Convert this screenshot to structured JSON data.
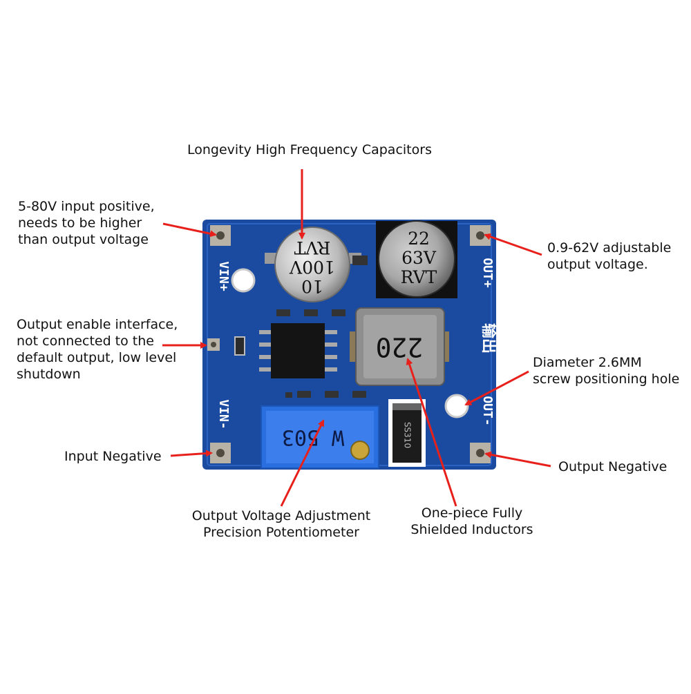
{
  "colors": {
    "board": "#1a4ba0",
    "board_dark": "#123a86",
    "pad": "#b8b2a6",
    "arrow": "#e8201c",
    "text": "#111111",
    "silk": "#ffffff"
  },
  "callouts": {
    "capacitors": "Longevity High Frequency Capacitors",
    "input_positive": "5-80V input positive,\nneeds to be higher\nthan output voltage",
    "output_adjustable": "0.9-62V adjustable\noutput voltage.",
    "enable_interface": "Output enable interface,\nnot connected to the\ndefault output, low level\nshutdown",
    "screw_hole": "Diameter 2.6MM\nscrew positioning hole",
    "input_negative": "Input Negative",
    "output_negative": "Output Negative",
    "potentiometer": "Output Voltage Adjustment\nPrecision Potentiometer",
    "inductor": "One-piece Fully\nShielded Inductors"
  },
  "board_markings": {
    "vin_plus": "VIN+",
    "vin_minus": "VIN-",
    "out_plus": "OUT+",
    "out_minus": "OUT-",
    "out_chinese": "输出",
    "cap_left": [
      "10",
      "100V",
      "RVT"
    ],
    "cap_right": [
      "22",
      "63V",
      "RVT"
    ],
    "inductor": "220",
    "pot": "W 503",
    "diode": "SS310"
  }
}
